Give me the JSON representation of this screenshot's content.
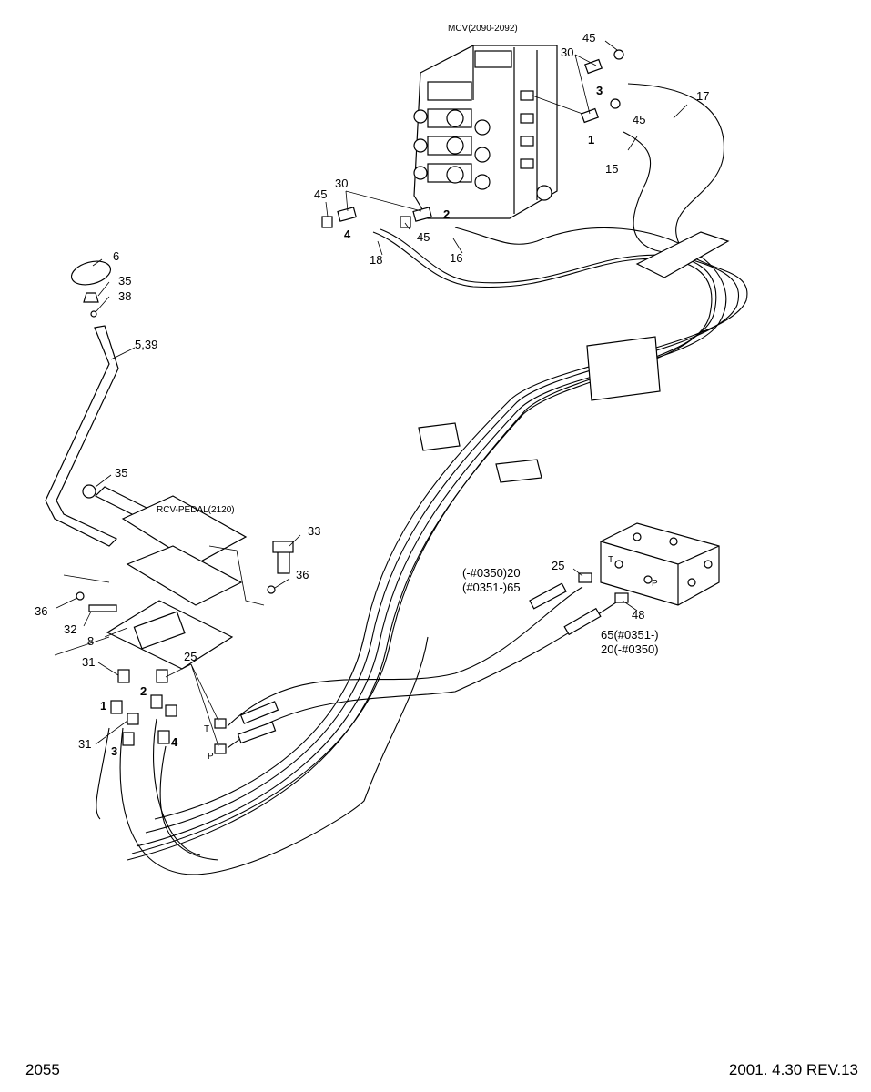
{
  "labels": {
    "mcv": "MCV(2090-2092)",
    "rcv_pedal": "RCV-PEDAL(2120)",
    "n45a": "45",
    "n30a": "30",
    "n3a": "3",
    "n45b": "45",
    "n1a": "1",
    "n17": "17",
    "n15": "15",
    "n30b": "30",
    "n45c": "45",
    "n4a": "4",
    "n2a": "2",
    "n45d": "45",
    "n18": "18",
    "n16": "16",
    "n6": "6",
    "n35a": "35",
    "n38": "38",
    "n539": "5,39",
    "n35b": "35",
    "n33": "33",
    "n36a": "36",
    "n36b": "36",
    "n32": "32",
    "n8": "8",
    "n25a": "25",
    "n31a": "31",
    "n1b": "1",
    "n2b": "2",
    "n31b": "31",
    "n3b": "3",
    "n4b": "4",
    "pT": "T",
    "pP": "P",
    "hose_a1": "(-#0350)20",
    "hose_a2": "(#0351-)65",
    "n25b": "25",
    "n48": "48",
    "hose_b1": "65(#0351-)",
    "hose_b2": "20(-#0350)",
    "blockT": "T",
    "blockP": "P"
  },
  "footer": {
    "page_number": "2055",
    "date_rev": "2001. 4.30  REV.13"
  }
}
